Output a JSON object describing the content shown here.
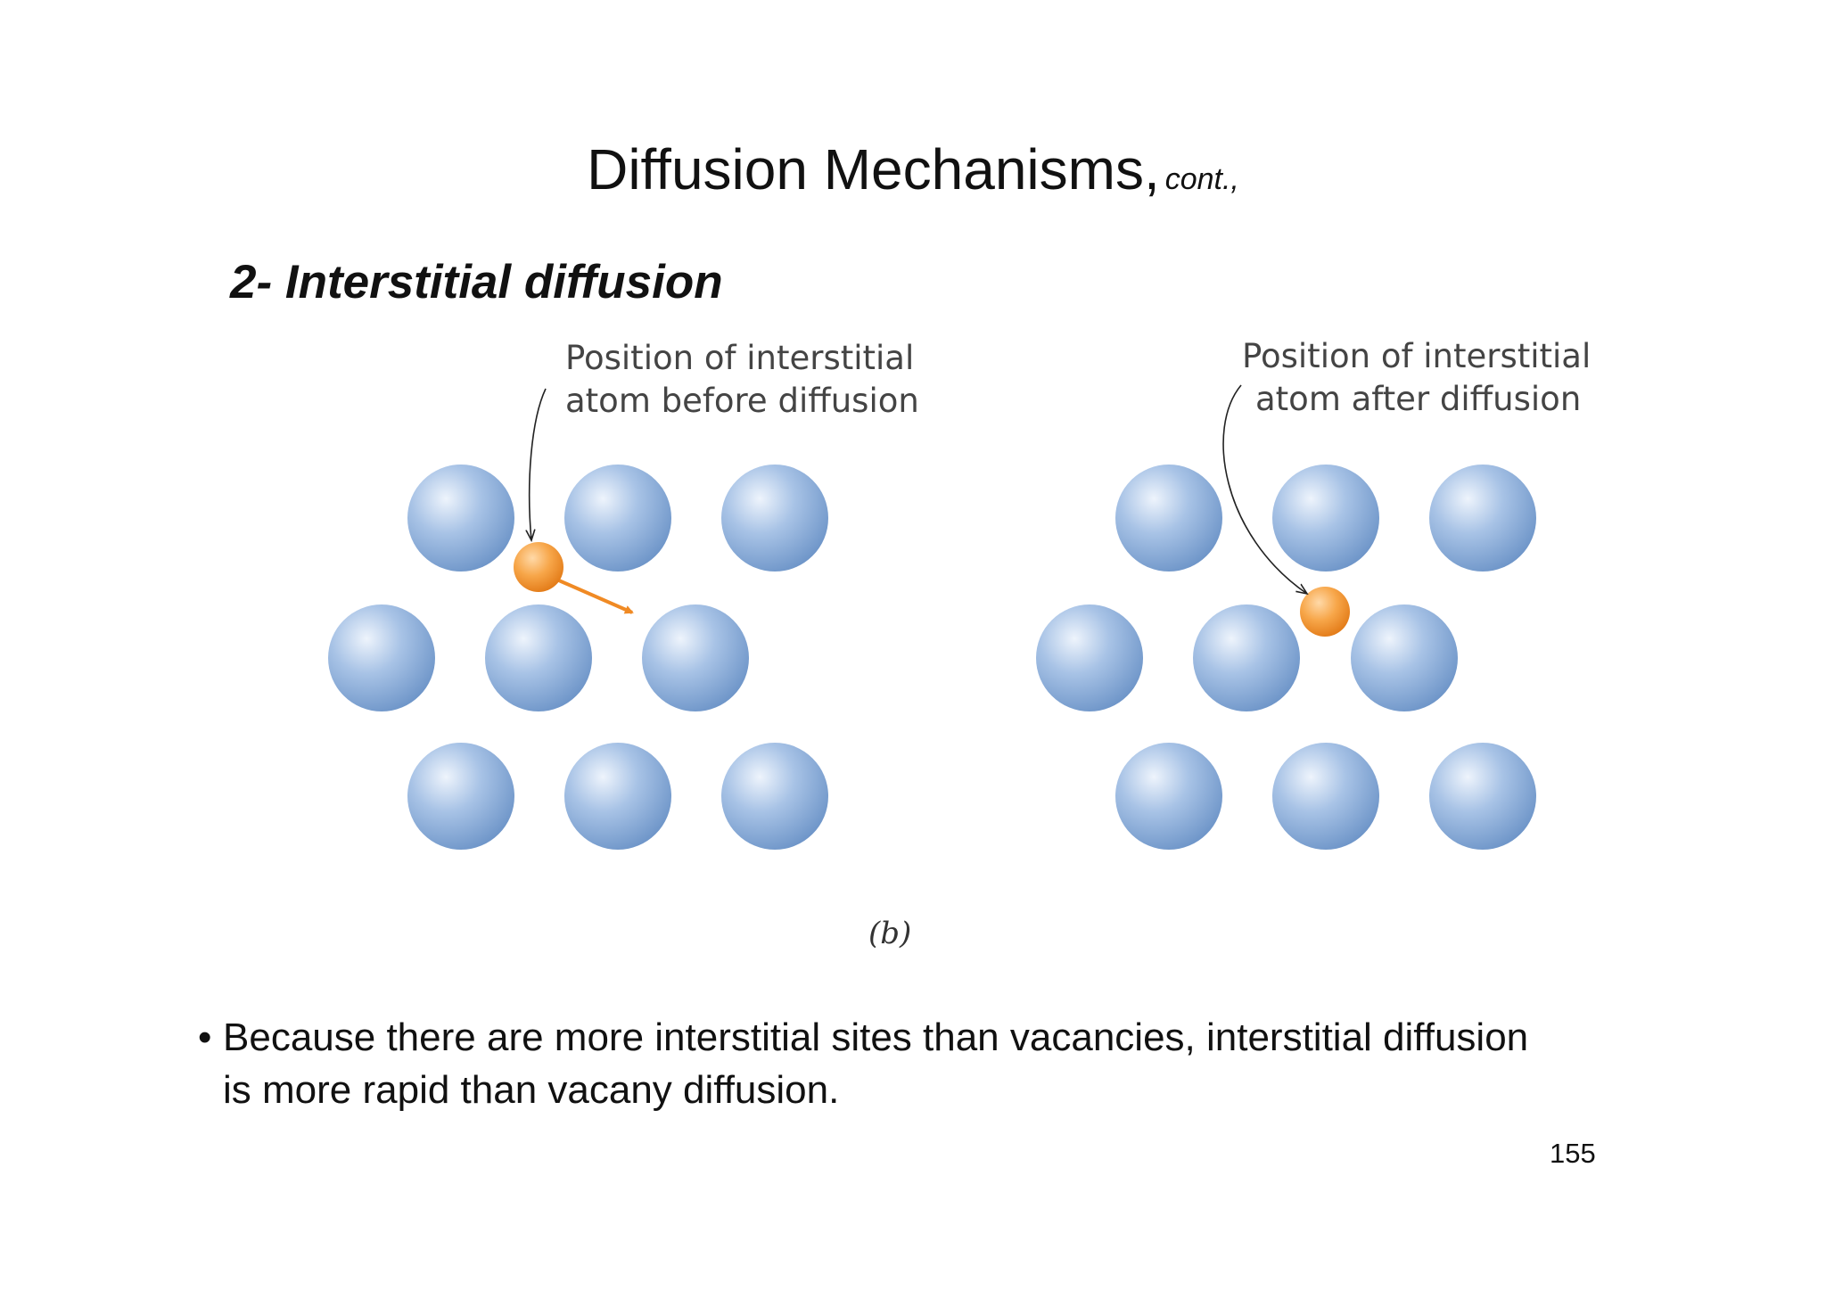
{
  "slide": {
    "title": "Diffusion Mechanisms,",
    "title_suffix": "cont.,",
    "subtitle": "2- Interstitial diffusion",
    "figure": {
      "left_label_line1": "Position of interstitial",
      "left_label_line2": "atom before diffusion",
      "right_label_line1": "Position of interstitial",
      "right_label_line2": "atom after diffusion",
      "caption": "(b)",
      "host_atom_color": "#8fb0dc",
      "interstitial_atom_color": "#f39a3a"
    },
    "bullet_symbol": "•",
    "bullet_text": "Because there are more interstitial sites than vacancies, interstitial diffusion is more rapid than vacany diffusion.",
    "page_number": "155"
  }
}
